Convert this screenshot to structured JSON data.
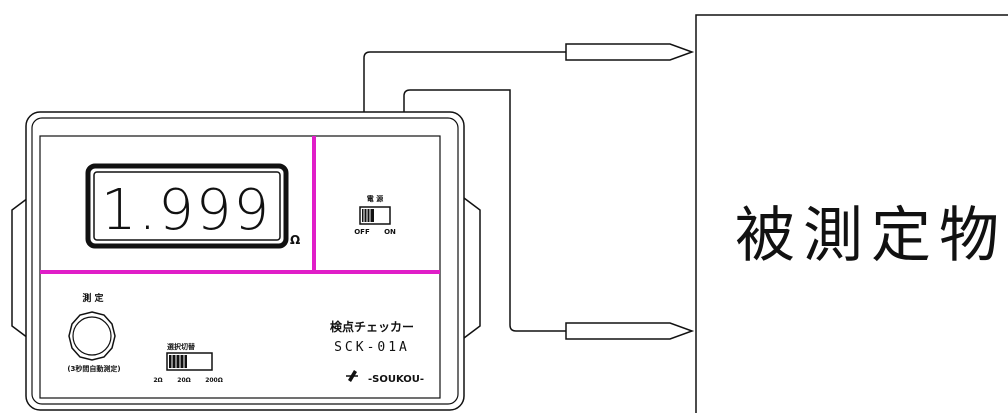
{
  "display": {
    "reading": "1.999",
    "unit": "Ω"
  },
  "power_switch": {
    "label": "電 源",
    "off_label": "OFF",
    "on_label": "ON"
  },
  "measure_button": {
    "label": "測 定",
    "caption": "(3秒間自動測定)"
  },
  "range_switch": {
    "label": "選択切替",
    "options": [
      "2Ω",
      "20Ω",
      "200Ω"
    ]
  },
  "product": {
    "name_jp": "検点チェッカー",
    "model": "SCK-01A",
    "brand": "-SOUKOU-"
  },
  "object_under_test": {
    "label": "被測定物"
  },
  "colors": {
    "accent": "#e01ec8",
    "ink": "#111111"
  }
}
